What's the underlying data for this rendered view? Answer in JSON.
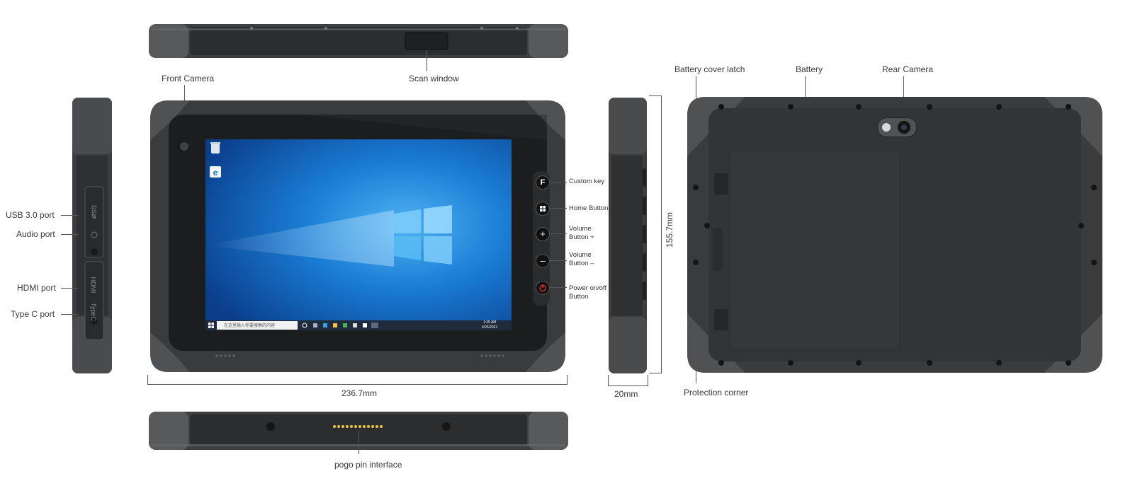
{
  "labels": {
    "scan_window": "Scan window",
    "front_camera": "Front Camera",
    "usb": "USB 3.0 port",
    "audio": "Audio port",
    "hdmi": "HDMI port",
    "typec": "Type C port",
    "width_dim": "236.7mm",
    "pogo": "pogo pin interface",
    "custom_key": "Custom key",
    "home_button": "Home Button",
    "vol_up_1": "Volume",
    "vol_up_2": "Button +",
    "vol_down_1": "Volume",
    "vol_down_2": "Button –",
    "power_1": "Power on/off",
    "power_2": "Button",
    "height_dim": "155.7mm",
    "depth_dim": "20mm",
    "battery_latch": "Battery cover latch",
    "battery": "Battery",
    "rear_camera": "Rear Camera",
    "protection_corner": "Protection corner"
  },
  "side_port_marks": {
    "usb": "SS⇄",
    "hdmi": "HDMI",
    "typec": "TypeC"
  },
  "buttons": {
    "custom": "F",
    "vol_up": "+",
    "vol_down": "–"
  },
  "screen": {
    "search_placeholder": "在这里输入你要搜索的内容",
    "clock_time": "1:35 AM",
    "clock_date": "4/25/2021"
  },
  "icons": [
    "recycle-bin-icon",
    "edge-icon",
    "windows-logo-icon",
    "camera-icon",
    "pogo-pins-icon"
  ],
  "colors": {
    "shell": "#3b3c3e",
    "shell_dark": "#2a2b2d",
    "desktop_blue": "#1b75c9",
    "desktop_dark": "#0a3d8a",
    "power_red": "#d6312d"
  }
}
